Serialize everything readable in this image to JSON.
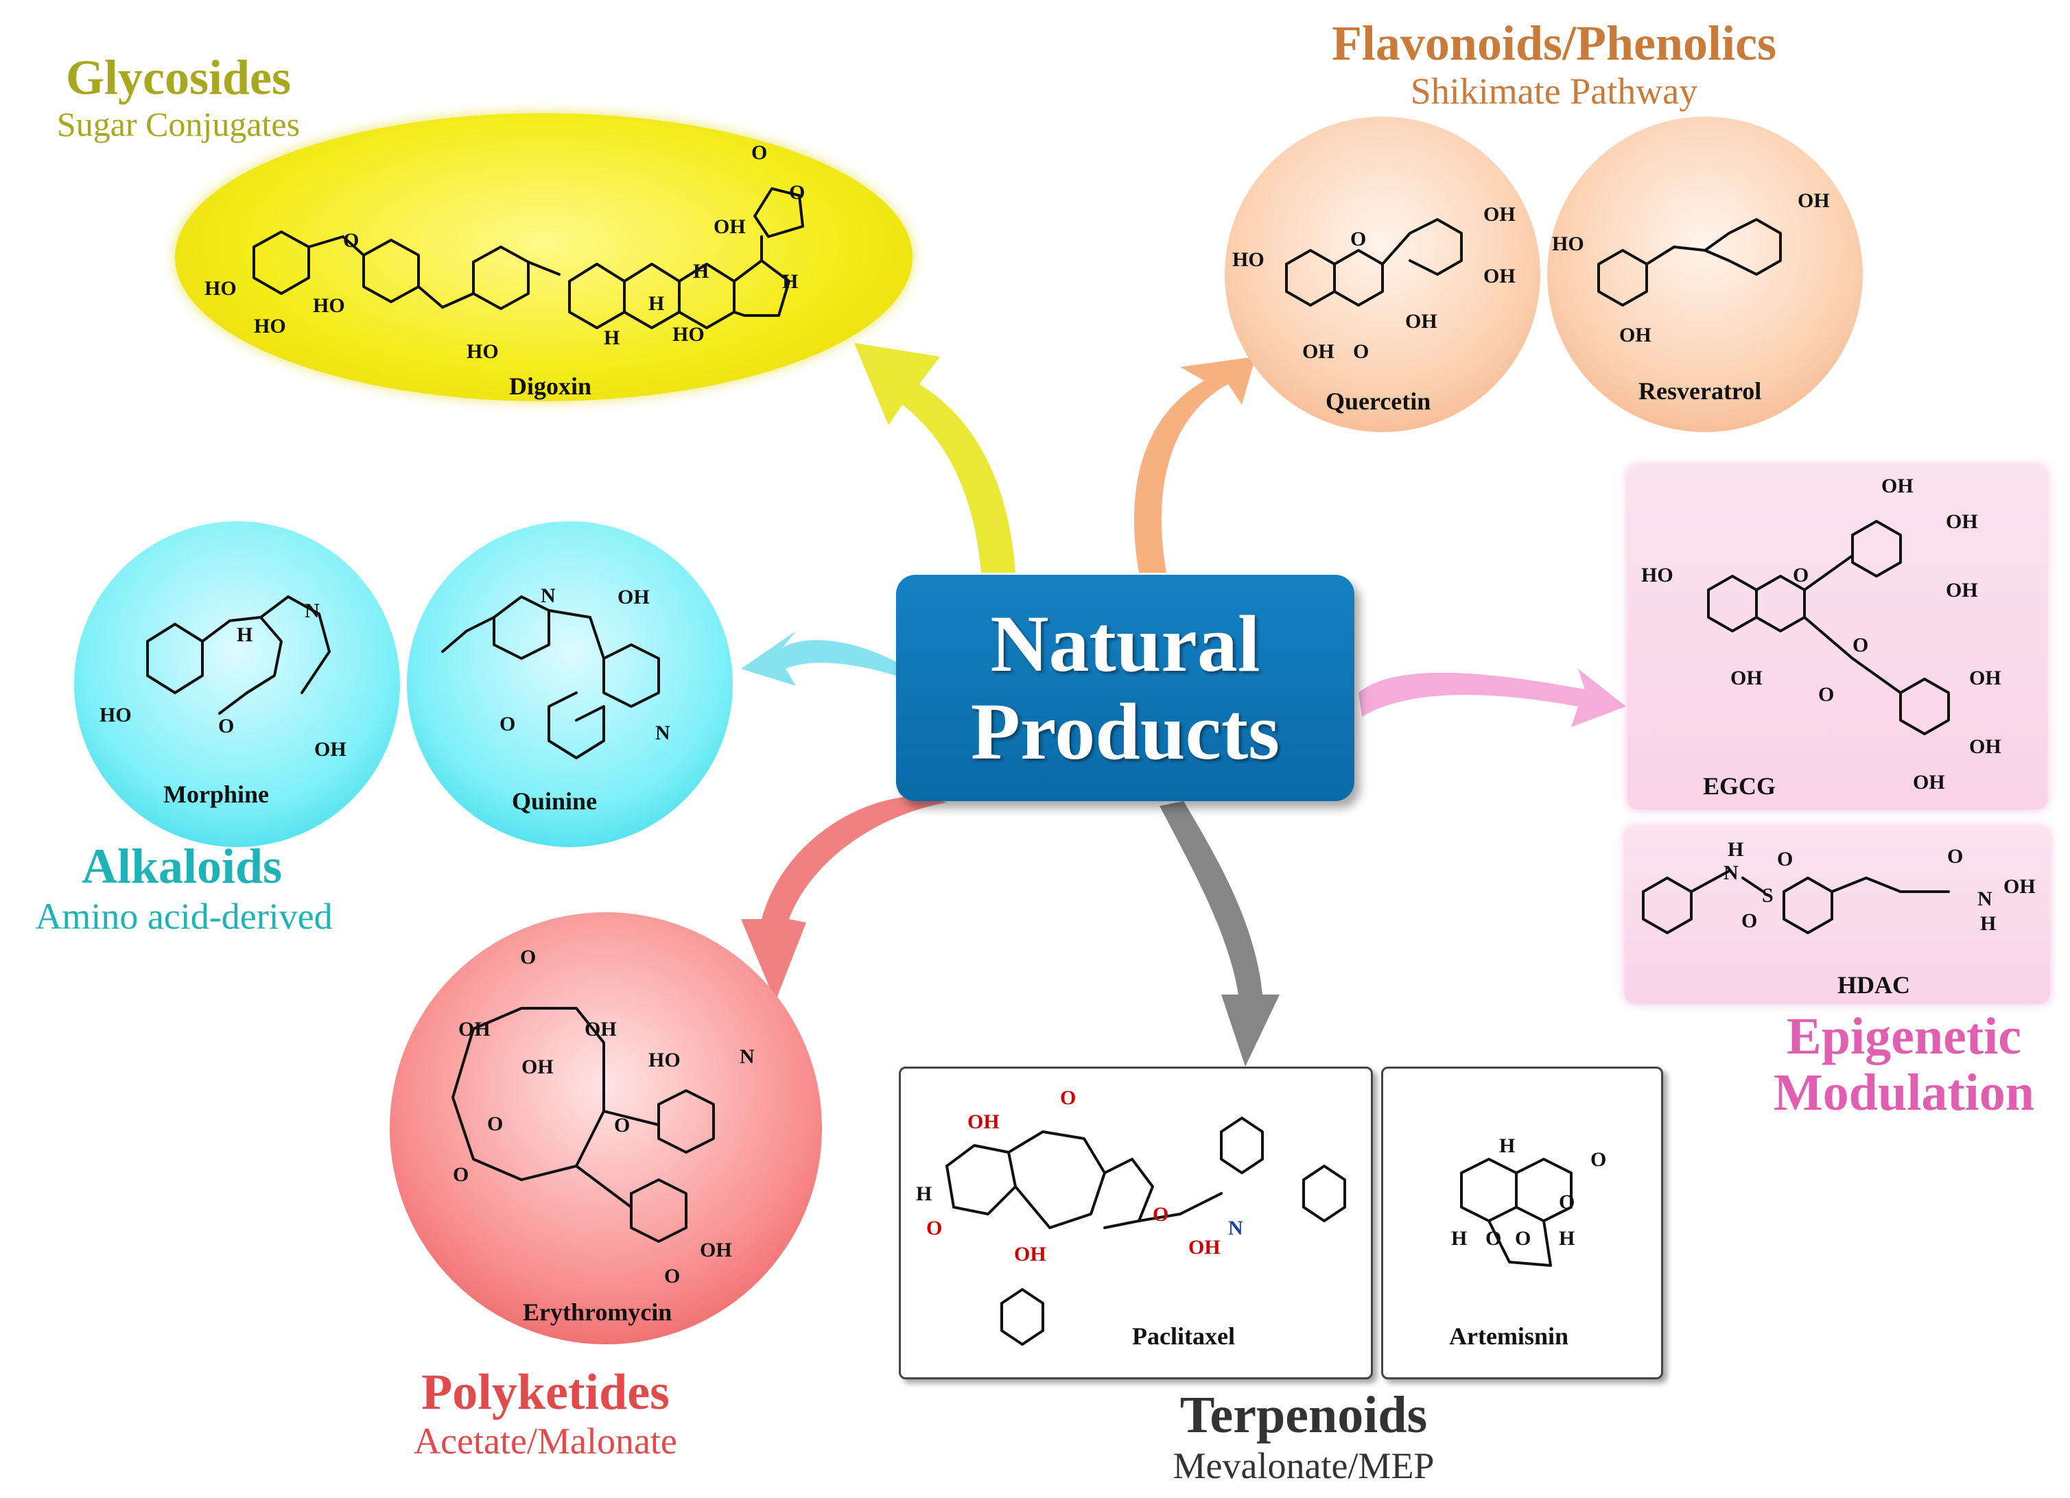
{
  "center": {
    "line1": "Natural",
    "line2": "Products"
  },
  "categories": {
    "glycosides": {
      "title": "Glycosides",
      "subtitle": "Sugar Conjugates",
      "color": "#a8a81e"
    },
    "flavonoids": {
      "title": "Flavonoids/Phenolics",
      "subtitle": "Shikimate Pathway",
      "color": "#c87b3a"
    },
    "alkaloids": {
      "title": "Alkaloids",
      "subtitle": "Amino acid-derived",
      "color": "#1fb3b8"
    },
    "polyketides": {
      "title": "Polyketides",
      "subtitle": "Acetate/Malonate",
      "color": "#e04c4c"
    },
    "terpenoids": {
      "title": "Terpenoids",
      "subtitle": "Mevalonate/MEP",
      "color": "#333333"
    },
    "epigenetic": {
      "title_line1": "Epigenetic",
      "title_line2": "Modulation",
      "color": "#e05fb0"
    }
  },
  "molecules": {
    "digoxin": "Digoxin",
    "quercetin": "Quercetin",
    "resveratrol": "Resveratrol",
    "morphine": "Morphine",
    "quinine": "Quinine",
    "erythromycin": "Erythromycin",
    "paclitaxel": "Paclitaxel",
    "artemisinin": "Artemisnin",
    "egcg": "EGCG",
    "hdac": "HDAC"
  },
  "atoms": {
    "oh": "OH",
    "ho": "HO",
    "o": "O",
    "n": "N",
    "h": "H",
    "s": "S",
    "nh": "N"
  },
  "arrow_colors": {
    "glycosides": "#e8e82a",
    "flavonoids": "#f5ad7a",
    "alkaloids": "#7fe0ee",
    "polyketides": "#f07a7a",
    "terpenoids": "#808080",
    "epigenetic": "#f5a8d6"
  }
}
